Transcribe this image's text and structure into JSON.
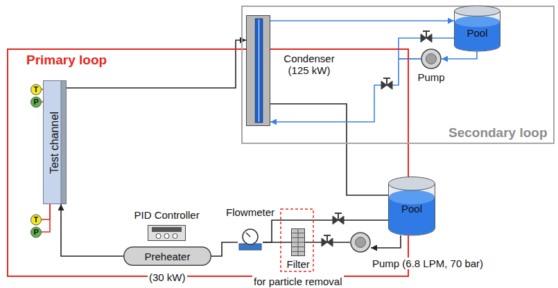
{
  "diagram": {
    "nodes": [
      {
        "text": [
          "Primary loop"
        ]
      },
      {
        "text": [
          "Secondary loop"
        ]
      },
      {
        "text": [
          "Test channel"
        ],
        "in": 0
      },
      {
        "text": [
          "T"
        ],
        "in": 0
      },
      {
        "text": [
          "P"
        ],
        "in": 0
      },
      {
        "text": [
          "T"
        ],
        "in": 0
      },
      {
        "text": [
          "P"
        ],
        "in": 0
      },
      {
        "text": [
          "Condenser (125 kW)"
        ]
      },
      {
        "text": [
          "Pool"
        ],
        "in": 1
      },
      {
        "text": [
          "Pump"
        ],
        "in": 1
      },
      {
        "text": [
          "PID Controller"
        ],
        "in": 0
      },
      {
        "text": [
          "Preheater",
          "(30 kW)"
        ],
        "in": 0
      },
      {
        "text": [
          "Flowmeter"
        ],
        "in": 0
      },
      {
        "text": [
          "Filter",
          "for particle removal"
        ],
        "in": 0
      },
      {
        "text": [
          "Pump (6.8 LPM, 70 bar)"
        ],
        "in": 0
      },
      {
        "text": [
          "Pool"
        ]
      }
    ],
    "edges": [
      {
        "from": 2,
        "to": 7,
        "arrow": "to"
      },
      {
        "from": 7,
        "to": 15,
        "arrow": "none"
      },
      {
        "from": 15,
        "to": 14,
        "arrow": "to"
      },
      {
        "from": 14,
        "to": 13,
        "arrow": "none"
      },
      {
        "from": 13,
        "to": 12,
        "arrow": "none"
      },
      {
        "from": 12,
        "to": 15,
        "arrow": "none"
      },
      {
        "from": 12,
        "to": 11,
        "arrow": "none"
      },
      {
        "from": 11,
        "to": 2,
        "arrow": "to"
      },
      {
        "from": 3,
        "to": 2,
        "arrow": "none"
      },
      {
        "from": 4,
        "to": 2,
        "arrow": "none"
      },
      {
        "from": 5,
        "to": 2,
        "arrow": "none"
      },
      {
        "from": 6,
        "to": 2,
        "arrow": "none"
      },
      {
        "from": 7,
        "to": 8,
        "arrow": "to"
      },
      {
        "from": 8,
        "to": 9,
        "arrow": "to"
      },
      {
        "from": 9,
        "to": 7,
        "arrow": "to"
      },
      {
        "from": 9,
        "to": 8,
        "arrow": "none"
      }
    ]
  }
}
